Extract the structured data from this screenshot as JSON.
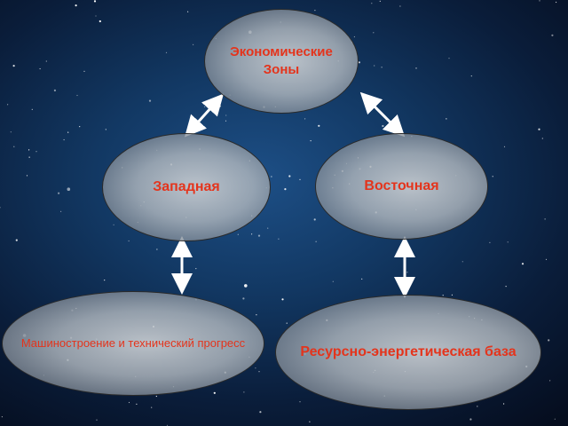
{
  "diagram": {
    "top": "Экономические Зоны",
    "west": "Западная",
    "east": "Восточная",
    "west_base": "Машиностроение и технический прогресс",
    "east_base": "Ресурсно-энергетическая база"
  },
  "colors": {
    "label": "#e4341c",
    "arrow": "#ffffff",
    "outline": "#2a2a2a"
  }
}
